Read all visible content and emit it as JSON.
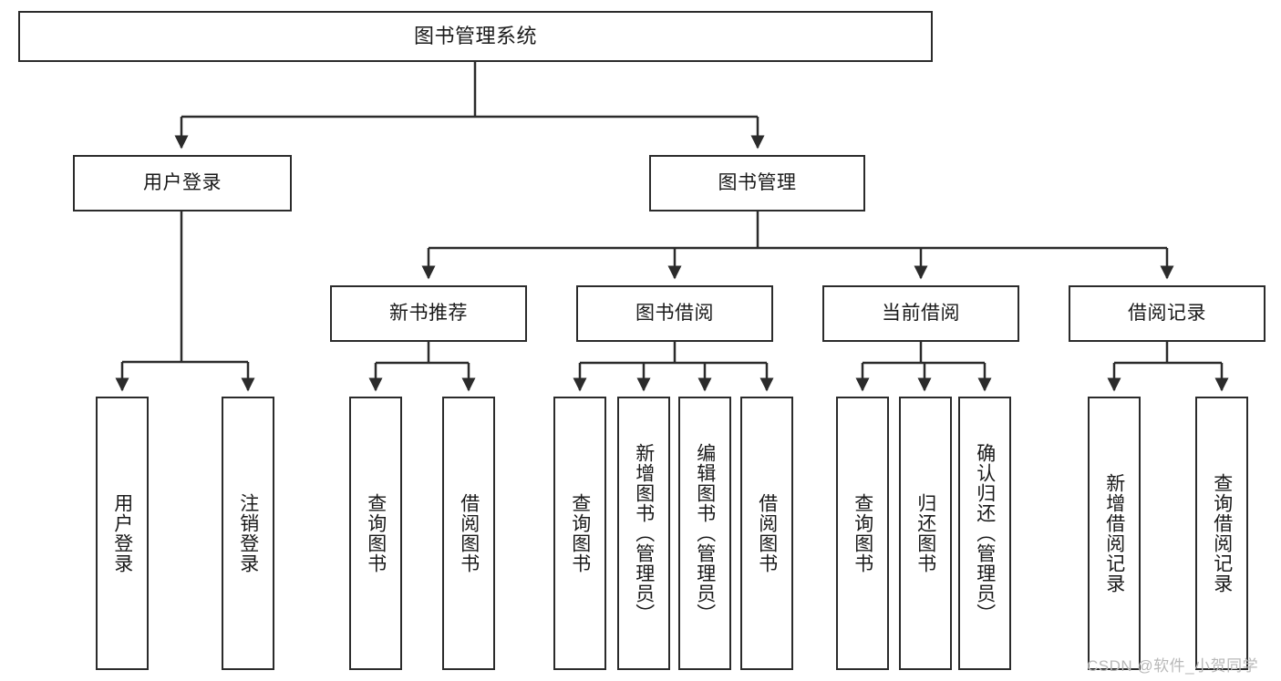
{
  "diagram": {
    "title": "图书管理系统",
    "type": "hierarchy-tree",
    "watermark": "CSDN @软件_小贺同学",
    "colors": {
      "box_border": "#2b2b2b",
      "box_fill": "#ffffff",
      "edge": "#2b2b2b",
      "text": "#1a1a1a",
      "watermark": "#b9b9b9"
    },
    "levels": [
      {
        "level": 0,
        "nodes": [
          {
            "id": "root",
            "label": "图书管理系统",
            "orientation": "horizontal"
          }
        ]
      },
      {
        "level": 1,
        "nodes": [
          {
            "id": "login",
            "label": "用户登录",
            "orientation": "horizontal",
            "parent": "root"
          },
          {
            "id": "bookmgmt",
            "label": "图书管理",
            "orientation": "horizontal",
            "parent": "root"
          }
        ]
      },
      {
        "level": 2,
        "nodes": [
          {
            "id": "newbook",
            "label": "新书推荐",
            "orientation": "horizontal",
            "parent": "bookmgmt"
          },
          {
            "id": "borrow",
            "label": "图书借阅",
            "orientation": "horizontal",
            "parent": "bookmgmt"
          },
          {
            "id": "current",
            "label": "当前借阅",
            "orientation": "horizontal",
            "parent": "bookmgmt"
          },
          {
            "id": "records",
            "label": "借阅记录",
            "orientation": "horizontal",
            "parent": "bookmgmt"
          }
        ]
      },
      {
        "level": 3,
        "nodes": [
          {
            "id": "leaf1",
            "label": "用户登录",
            "orientation": "vertical",
            "parent": "login"
          },
          {
            "id": "leaf2",
            "label": "注销登录",
            "orientation": "vertical",
            "parent": "login"
          },
          {
            "id": "leaf3",
            "label": "查询图书",
            "orientation": "vertical",
            "parent": "newbook"
          },
          {
            "id": "leaf4",
            "label": "借阅图书",
            "orientation": "vertical",
            "parent": "newbook"
          },
          {
            "id": "leaf5",
            "label": "查询图书",
            "orientation": "vertical",
            "parent": "borrow"
          },
          {
            "id": "leaf6",
            "label": "新增图书（管理员）",
            "orientation": "vertical",
            "parent": "borrow"
          },
          {
            "id": "leaf7",
            "label": "编辑图书（管理员）",
            "orientation": "vertical",
            "parent": "borrow"
          },
          {
            "id": "leaf8",
            "label": "借阅图书",
            "orientation": "vertical",
            "parent": "borrow"
          },
          {
            "id": "leaf9",
            "label": "查询图书",
            "orientation": "vertical",
            "parent": "current"
          },
          {
            "id": "leaf10",
            "label": "归还图书",
            "orientation": "vertical",
            "parent": "current"
          },
          {
            "id": "leaf11",
            "label": "确认归还（管理员）",
            "orientation": "vertical",
            "parent": "current"
          },
          {
            "id": "leaf12",
            "label": "新增借阅记录",
            "orientation": "vertical",
            "parent": "records"
          },
          {
            "id": "leaf13",
            "label": "查询借阅记录",
            "orientation": "vertical",
            "parent": "records"
          }
        ]
      }
    ]
  }
}
